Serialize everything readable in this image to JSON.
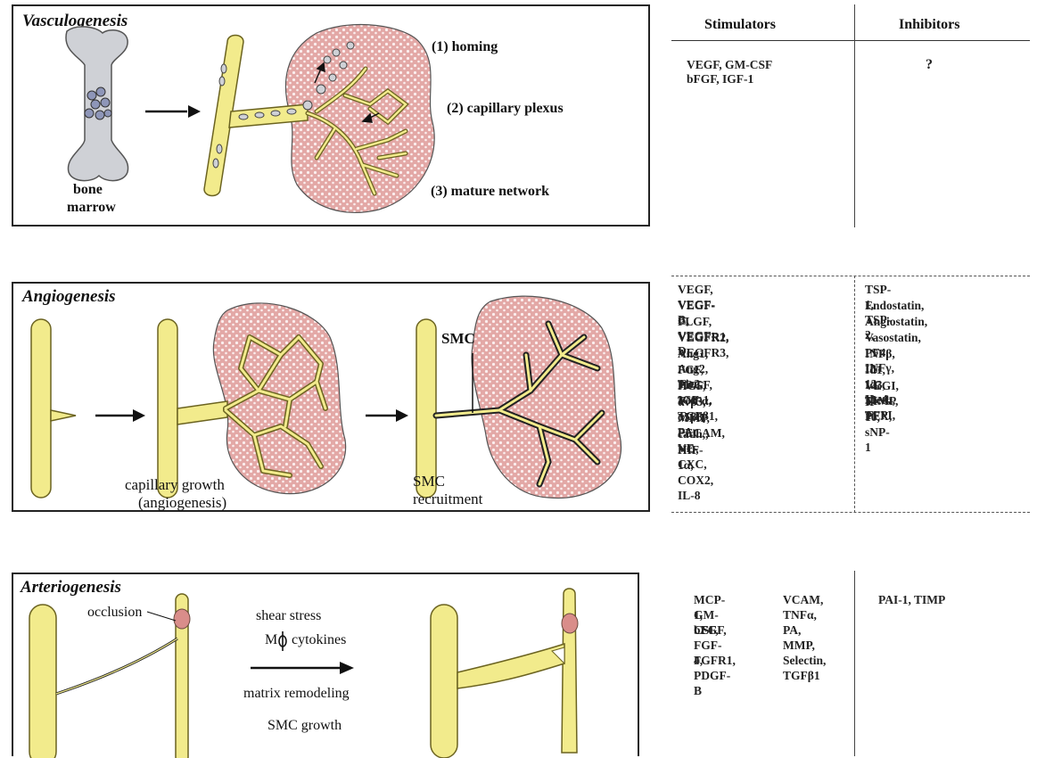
{
  "panels": {
    "vasculogenesis": {
      "title": "Vasculogenesis",
      "bone_label_1": "bone",
      "bone_label_2": "marrow",
      "step1": "(1) homing",
      "step2": "(2) capillary plexus",
      "step3": "(3) mature network"
    },
    "angiogenesis": {
      "title": "Angiogenesis",
      "smc_label": "SMC",
      "growth_1": "capillary growth",
      "growth_2": "(angiogenesis)",
      "recruit_1": "SMC",
      "recruit_2": "recruitment"
    },
    "arteriogenesis": {
      "title": "Arteriogenesis",
      "occlusion": "occlusion",
      "shear": "shear stress",
      "mphi_1": "M",
      "mphi_2": "cytokines",
      "matrix": "matrix remodeling",
      "smc_growth": "SMC growth"
    }
  },
  "table": {
    "headers": {
      "stimulators": "Stimulators",
      "inhibitors": "Inhibitors"
    },
    "vasculogenesis": {
      "stimulators": [
        "VEGF, GM-CSF",
        "bFGF, IGF-1"
      ],
      "inhibitors": [
        "?"
      ]
    },
    "angiogenesis": {
      "stimulators": [
        "VEGF, VEGF-B,",
        "VEGF-C, VEGF-D,",
        "PLGF, VEGFR1,",
        "VEGFR2, VEGFR3,",
        "Ang1, Ang2, Tie2,",
        "FGF, PDGF, IGF-1,",
        "HGF, TNFα, TGFβ1,",
        "αvβ3, α5β3, PA,",
        "MMP, PECAM, VE-",
        "cadh,, NO, CXC,",
        "HIF-1α, COX2, IL-8"
      ],
      "inhibitors": [
        "TSP-1, TSP-2,",
        "Endostatin,",
        "Angiostatin,",
        "Vasostatin, PF4, INFγ,",
        "INFβ, IL-12, IL-4,",
        "Id1, Id3, Meth, TFPI,",
        "VEGI, TIMP, PEX,",
        "IP-10, sNP-1"
      ]
    },
    "arteriogenesis": {
      "stimulators_col1": [
        "MCP-1,",
        "GM-CSF,",
        "bFGF,",
        "FGF-4,",
        "FGFR1,",
        "PDGF-B"
      ],
      "stimulators_col2": [
        "VCAM,",
        "TNFα,",
        "PA,",
        "MMP,",
        "Selectin,",
        "TGFβ1"
      ],
      "inhibitors": [
        "PAI-1, TIMP"
      ]
    }
  },
  "colors": {
    "vessel": "#f2eb8c",
    "vessel_stroke": "#6b6320",
    "tissue": "#e3a8a6",
    "bone": "#cfd1d6",
    "cell": "#8e96b8",
    "plaque": "#d98d8a"
  }
}
